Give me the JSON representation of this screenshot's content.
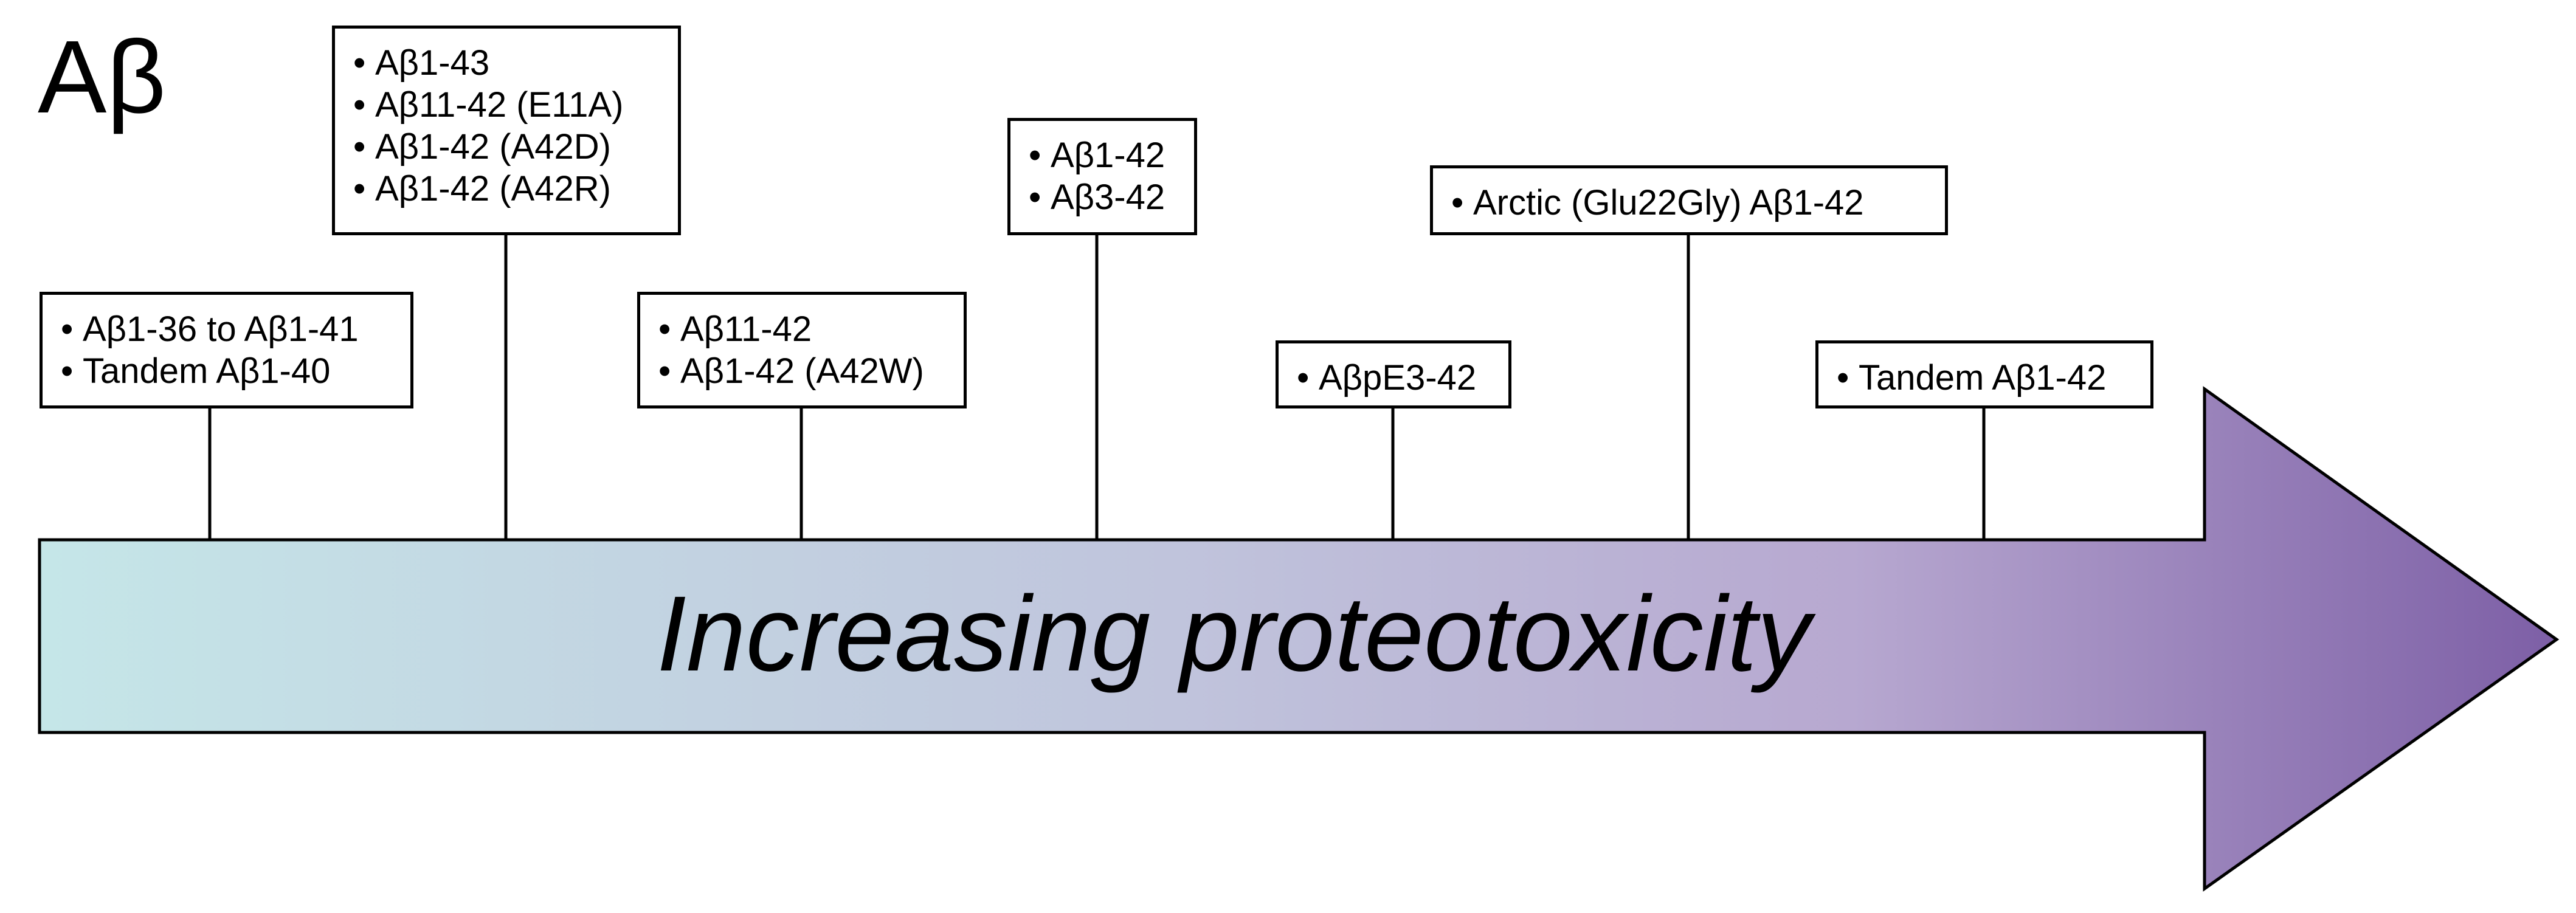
{
  "title": "Aβ",
  "arrow": {
    "label": "Increasing proteotoxicity",
    "gradient": [
      "#c5e6e8",
      "#c0c4dc",
      "#b7a8d0",
      "#7d5fa6"
    ]
  },
  "boxes": [
    {
      "items": [
        "Aβ1-36 to Aβ1-41",
        "Tandem Aβ1-40"
      ]
    },
    {
      "items": [
        "Aβ1-43",
        "Aβ11-42 (E11A)",
        "Aβ1-42 (A42D)",
        "Aβ1-42 (A42R)"
      ]
    },
    {
      "items": [
        "Aβ11-42",
        "Aβ1-42 (A42W)"
      ]
    },
    {
      "items": [
        "Aβ1-42",
        "Aβ3-42"
      ]
    },
    {
      "items": [
        "AβpE3-42"
      ]
    },
    {
      "items": [
        "Arctic (Glu22Gly) Aβ1-42"
      ]
    },
    {
      "items": [
        "Tandem Aβ1-42"
      ]
    }
  ]
}
